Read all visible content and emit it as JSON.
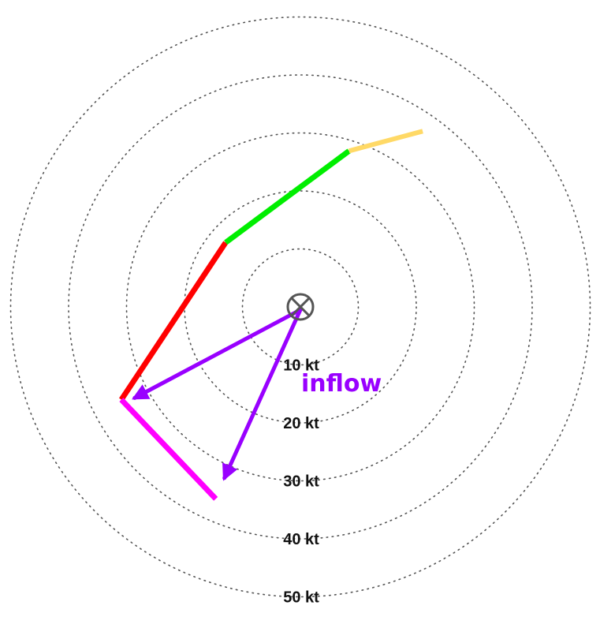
{
  "chart_data": {
    "type": "line",
    "title": "",
    "xlabel": "",
    "ylabel": "",
    "grid": true,
    "units": "kt",
    "xlim": [
      -53,
      53
    ],
    "ylim": [
      -55,
      55
    ],
    "rings": [
      {
        "radius": 10,
        "label": "10 kt"
      },
      {
        "radius": 20,
        "label": "20 kt"
      },
      {
        "radius": 30,
        "label": "30 kt"
      },
      {
        "radius": 40,
        "label": "40 kt"
      },
      {
        "radius": 50,
        "label": "50 kt"
      }
    ],
    "storm_motion_marker": {
      "u": 0,
      "v": 0,
      "icon": "circle-x-icon",
      "color": "#555555"
    },
    "series": [
      {
        "color": "#ff0000",
        "points": [
          [
            -30.9,
            -16.0
          ],
          [
            -12.9,
            11.1
          ]
        ]
      },
      {
        "color": "#00ee00",
        "points": [
          [
            -12.9,
            11.1
          ],
          [
            8.4,
            26.9
          ]
        ]
      },
      {
        "color": "#ffd966",
        "points": [
          [
            8.4,
            26.9
          ],
          [
            21.1,
            30.3
          ]
        ]
      },
      {
        "color": "#ff00ff",
        "points": [
          [
            -30.9,
            -16.0
          ],
          [
            -14.6,
            -33.1
          ]
        ]
      }
    ],
    "inflow_vectors": {
      "label": "inflow",
      "color": "#9900ff",
      "origin": [
        0,
        -0.5
      ],
      "tips": [
        [
          -28.6,
          -15.7
        ],
        [
          -13.1,
          -29.5
        ]
      ]
    }
  }
}
